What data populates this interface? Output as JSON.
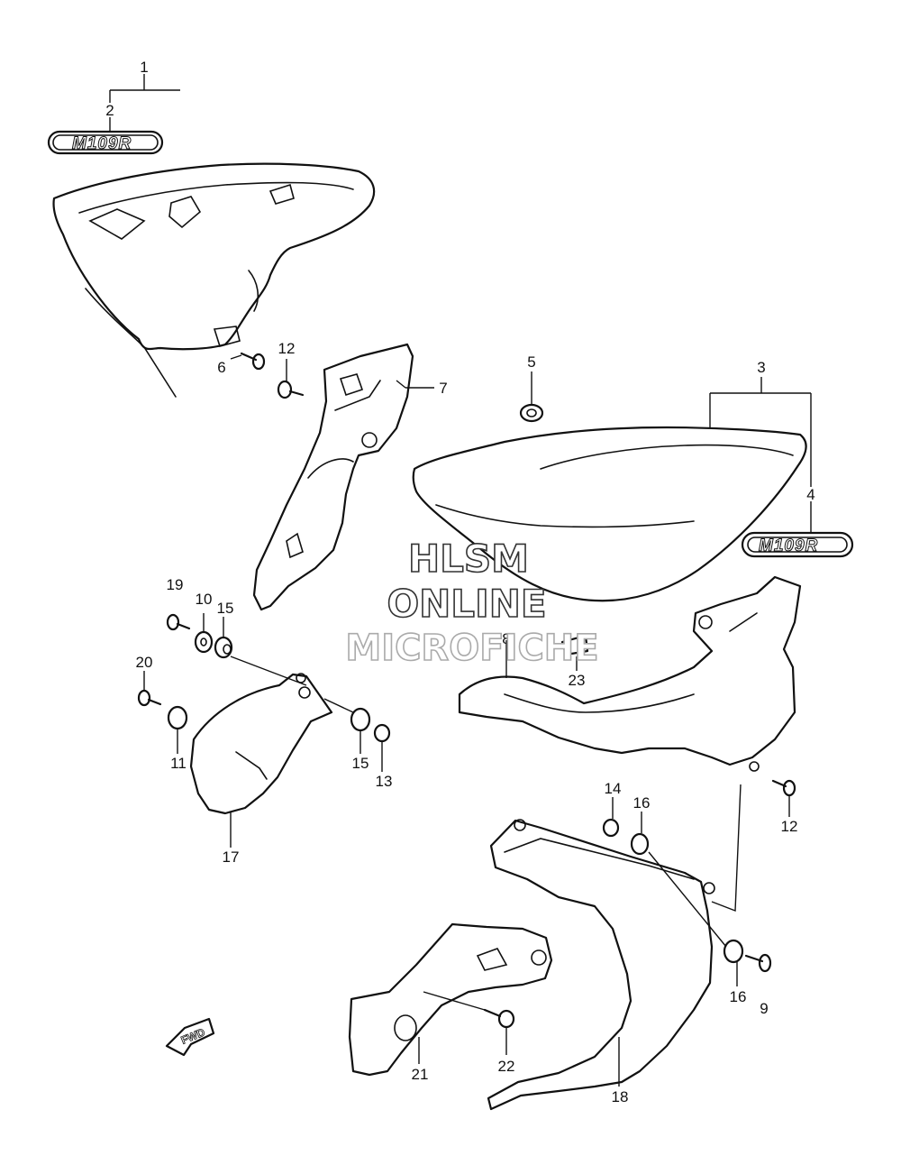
{
  "callouts": {
    "c1": "1",
    "c2": "2",
    "c3": "3",
    "c4": "4",
    "c5": "5",
    "c6": "6",
    "c7": "7",
    "c8": "8",
    "c9": "9",
    "c10": "10",
    "c11": "11",
    "c12a": "12",
    "c12b": "12",
    "c13": "13",
    "c14": "14",
    "c15a": "15",
    "c15b": "15",
    "c16a": "16",
    "c16b": "16",
    "c17": "17",
    "c18": "18",
    "c19": "19",
    "c20": "20",
    "c21": "21",
    "c22": "22",
    "c23": "23"
  },
  "badges": {
    "top": "M109R",
    "right": "M109R"
  },
  "fwd_label": "FWD",
  "watermark": {
    "line1": "HLSM",
    "line2": "ONLINE",
    "line3": "MICROFICHE"
  }
}
